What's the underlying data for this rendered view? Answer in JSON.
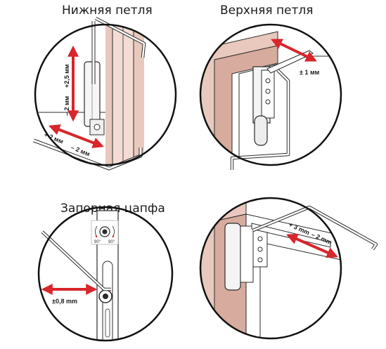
{
  "colors": {
    "arrow": "#d8262b",
    "frame_fill": "#e9c9bd",
    "frame_dark": "#d7ab9d",
    "outline": "#2b2b2b",
    "circle_stroke": "#111111",
    "background": "#ffffff"
  },
  "panels": {
    "bottom_hinge": {
      "title": "Нижняя петля",
      "labels": [
        "+2,5 мм",
        "– 2 мм",
        "+ 2 мм",
        "– 2 мм"
      ]
    },
    "top_hinge": {
      "title": "Верхняя петля",
      "labels": [
        "± 1 мм"
      ]
    },
    "locking_pin": {
      "title": "Запорная цапфа",
      "labels": [
        "±0,8 mm"
      ],
      "angle_labels": [
        "90°",
        "90°"
      ]
    },
    "scissors": {
      "labels": [
        "+ 3 mm",
        "– 2 mm"
      ]
    }
  }
}
